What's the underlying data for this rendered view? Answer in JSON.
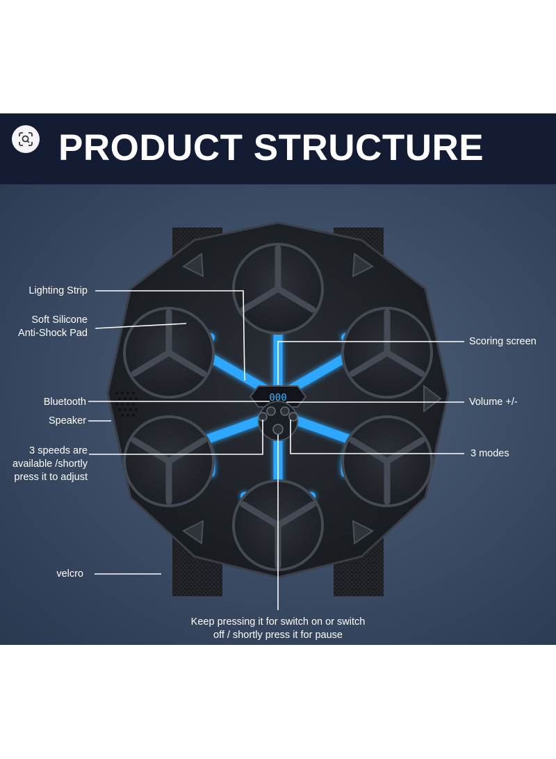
{
  "banner": {
    "title": "PRODUCT STRUCTURE",
    "lens_icon": "visual-search-icon",
    "background_color": "#131c33"
  },
  "panel": {
    "background_color": "#3d4e66",
    "accent_color": "#2ea7ff"
  },
  "labels": {
    "lighting_strip": "Lighting Strip",
    "silicone_line1": "Soft Silicone",
    "silicone_line2": "Anti-Shock Pad",
    "bluetooth": "Bluetooth",
    "speaker": "Speaker",
    "speeds_line1": "3 speeds are",
    "speeds_line2": "available /shortly",
    "speeds_line3": "press it to adjust",
    "velcro": "velcro",
    "scoring_screen": "Scoring screen",
    "volume": "Volume +/-",
    "modes": "3 modes",
    "power_line1": "Keep pressing it for switch on or switch",
    "power_line2": "off / shortly press it for pause"
  }
}
